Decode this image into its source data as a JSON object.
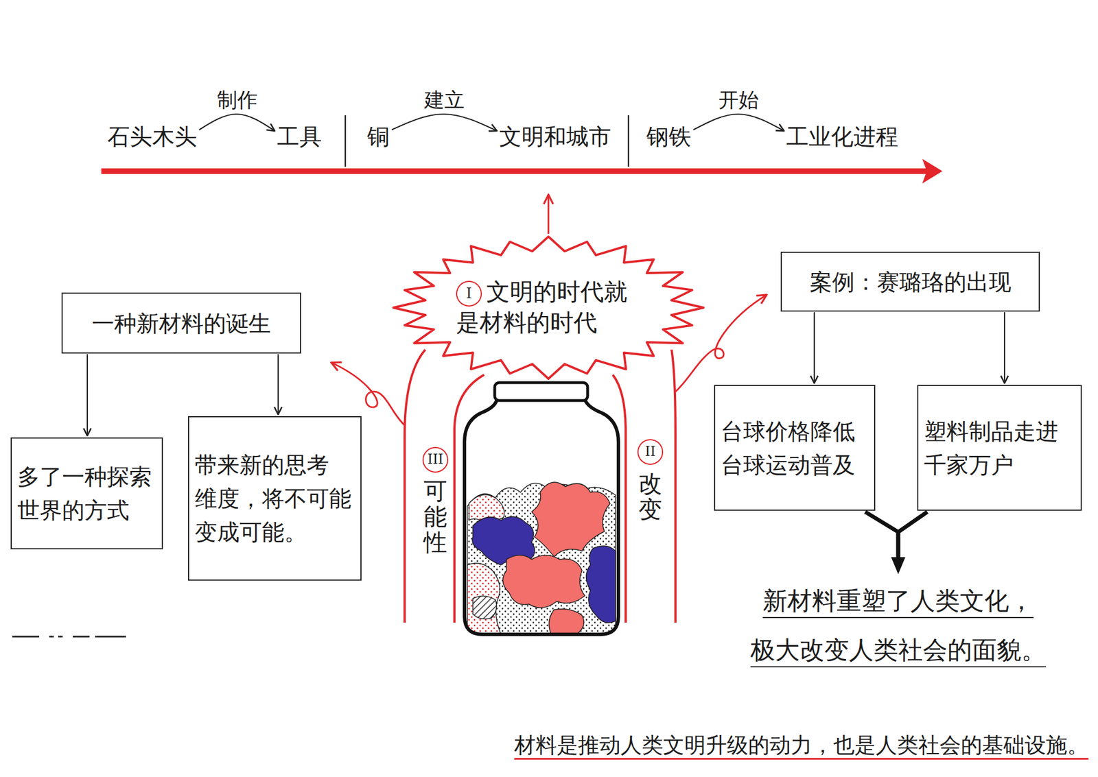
{
  "diagram": {
    "nodes": [
      {
        "text": [
          "石头木头"
        ]
      },
      {
        "text": [
          "工具"
        ]
      },
      {
        "text": [
          "铜"
        ]
      },
      {
        "text": [
          "文明和城市"
        ]
      },
      {
        "text": [
          "钢铁"
        ]
      },
      {
        "text": [
          "工业化进程"
        ]
      },
      {
        "text": [
          "I",
          "文明的时代就 是材料的时代"
        ]
      },
      {
        "text": [
          "一种新材料的诞生"
        ]
      },
      {
        "text": [
          "多了一种探索 世界的方式"
        ]
      },
      {
        "text": [
          "带来新的思考 维度，将不可能 变成可能。"
        ]
      },
      {
        "text": [
          "案例：赛璐珞的出现"
        ]
      },
      {
        "text": [
          "台球价格降低 台球运动普及"
        ]
      },
      {
        "text": [
          "塑料制品走进 千家万户"
        ]
      },
      {
        "text": [
          "新材料重塑了人类文化， 极大改变人类社会的面貌。"
        ]
      }
    ],
    "edges": [
      {
        "from": 0,
        "to": 1,
        "label": "制作",
        "arrow": "to"
      },
      {
        "from": 2,
        "to": 3,
        "label": "建立",
        "arrow": "to"
      },
      {
        "from": 4,
        "to": 5,
        "label": "开始",
        "arrow": "to"
      },
      {
        "from": 7,
        "to": 8,
        "arrow": "to"
      },
      {
        "from": 7,
        "to": 9,
        "arrow": "to"
      },
      {
        "from": 10,
        "to": 11,
        "arrow": "to"
      },
      {
        "from": 10,
        "to": 12,
        "arrow": "to"
      },
      {
        "from": 11,
        "to": 13,
        "arrow": "to"
      },
      {
        "from": 12,
        "to": 13,
        "arrow": "to"
      }
    ],
    "labels": [
      "III",
      "可能性",
      "II",
      "改变",
      "材料是推动人类文明升级的动力，也是人类社会的基础设施。"
    ]
  }
}
